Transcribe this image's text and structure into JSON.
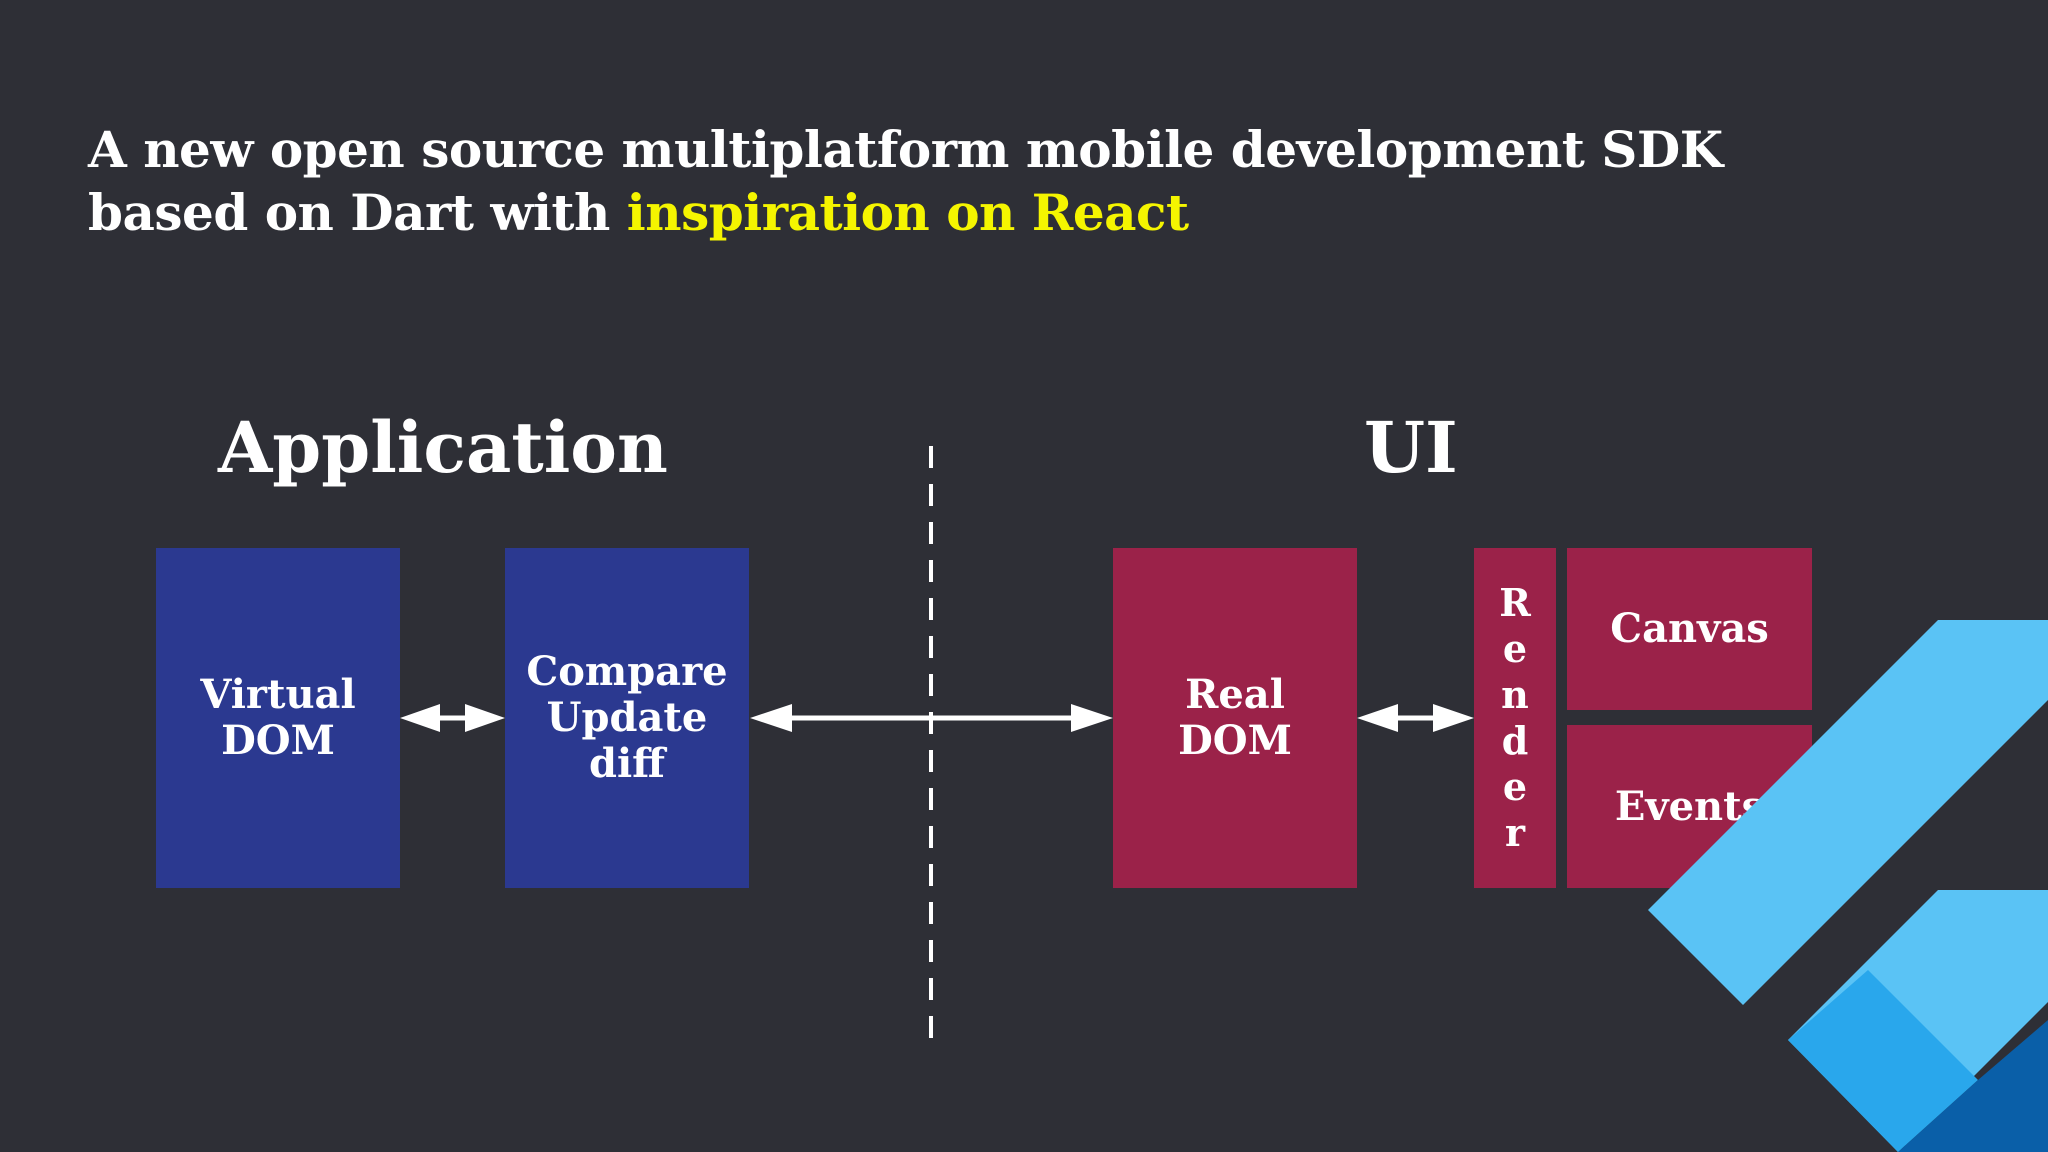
{
  "headline": {
    "line1": "A new open source multiplatform mobile development SDK",
    "line2_prefix": "based on Dart with ",
    "line2_highlight": "inspiration on React"
  },
  "sections": {
    "application": "Application",
    "ui": "UI"
  },
  "boxes": {
    "virtual_dom": "Virtual\nDOM",
    "compare": "Compare\nUpdate\ndiff",
    "real_dom": "Real\nDOM",
    "render": "Render",
    "canvas": "Canvas",
    "events": "Events"
  },
  "colors": {
    "background": "#2e2f36",
    "application_box": "#2b3990",
    "ui_box": "#9b2249",
    "highlight_text": "#f5f500",
    "logo_light": "#5ac3f5",
    "logo_mid": "#29a7ec",
    "logo_dark": "#0a5fa8"
  },
  "icons": {
    "logo": "flutter-logo",
    "arrows": "double-headed-arrow"
  }
}
